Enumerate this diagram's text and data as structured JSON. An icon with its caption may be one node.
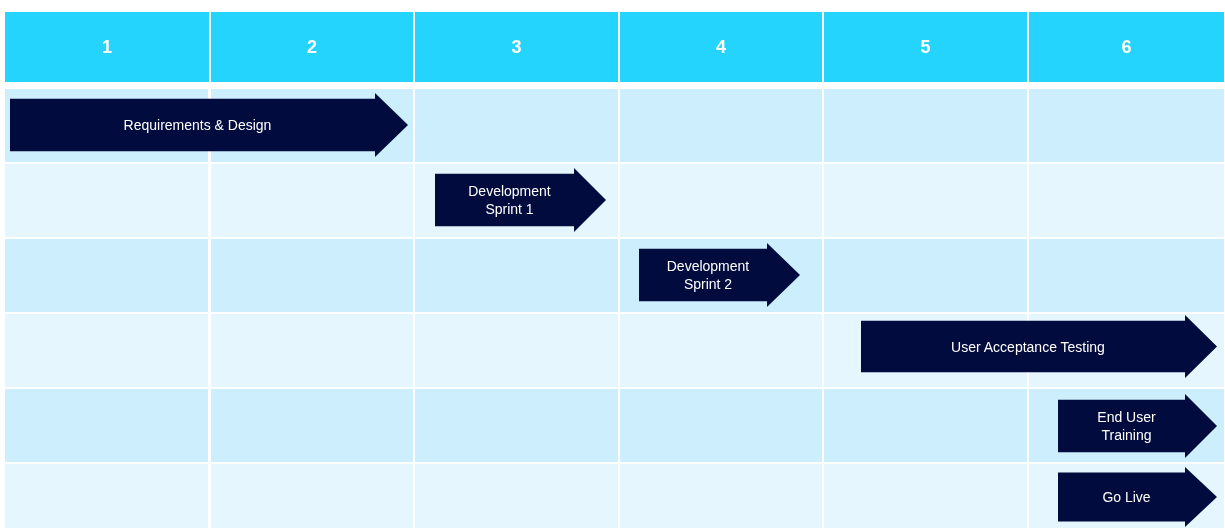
{
  "diagram": {
    "nodes": [
      {
        "text": [
          "Requirements & Design"
        ]
      },
      {
        "text": [
          "Development Sprint 1"
        ]
      },
      {
        "text": [
          "Development Sprint 2"
        ]
      },
      {
        "text": [
          "User Acceptance Testing"
        ]
      },
      {
        "text": [
          "End User Training"
        ]
      },
      {
        "text": [
          "Go Live"
        ]
      }
    ],
    "labels": [
      "1",
      "2",
      "3",
      "4",
      "5",
      "6"
    ]
  }
}
